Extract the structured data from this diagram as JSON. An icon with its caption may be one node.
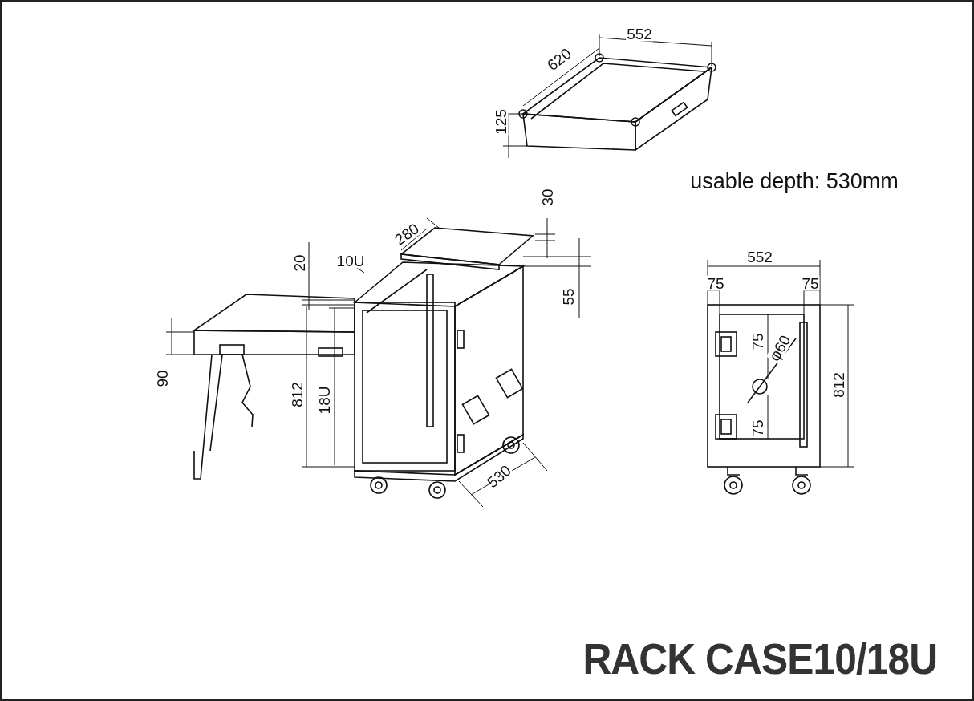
{
  "diagram": {
    "title": "RACK CASE10/18U",
    "labels": [
      "552",
      "620",
      "125",
      "usable depth: 530mm",
      "30",
      "280",
      "20",
      "10U",
      "552",
      "75",
      "75",
      "55",
      "75",
      "φ60",
      "90",
      "812",
      "18U",
      "812",
      "75",
      "530"
    ]
  }
}
